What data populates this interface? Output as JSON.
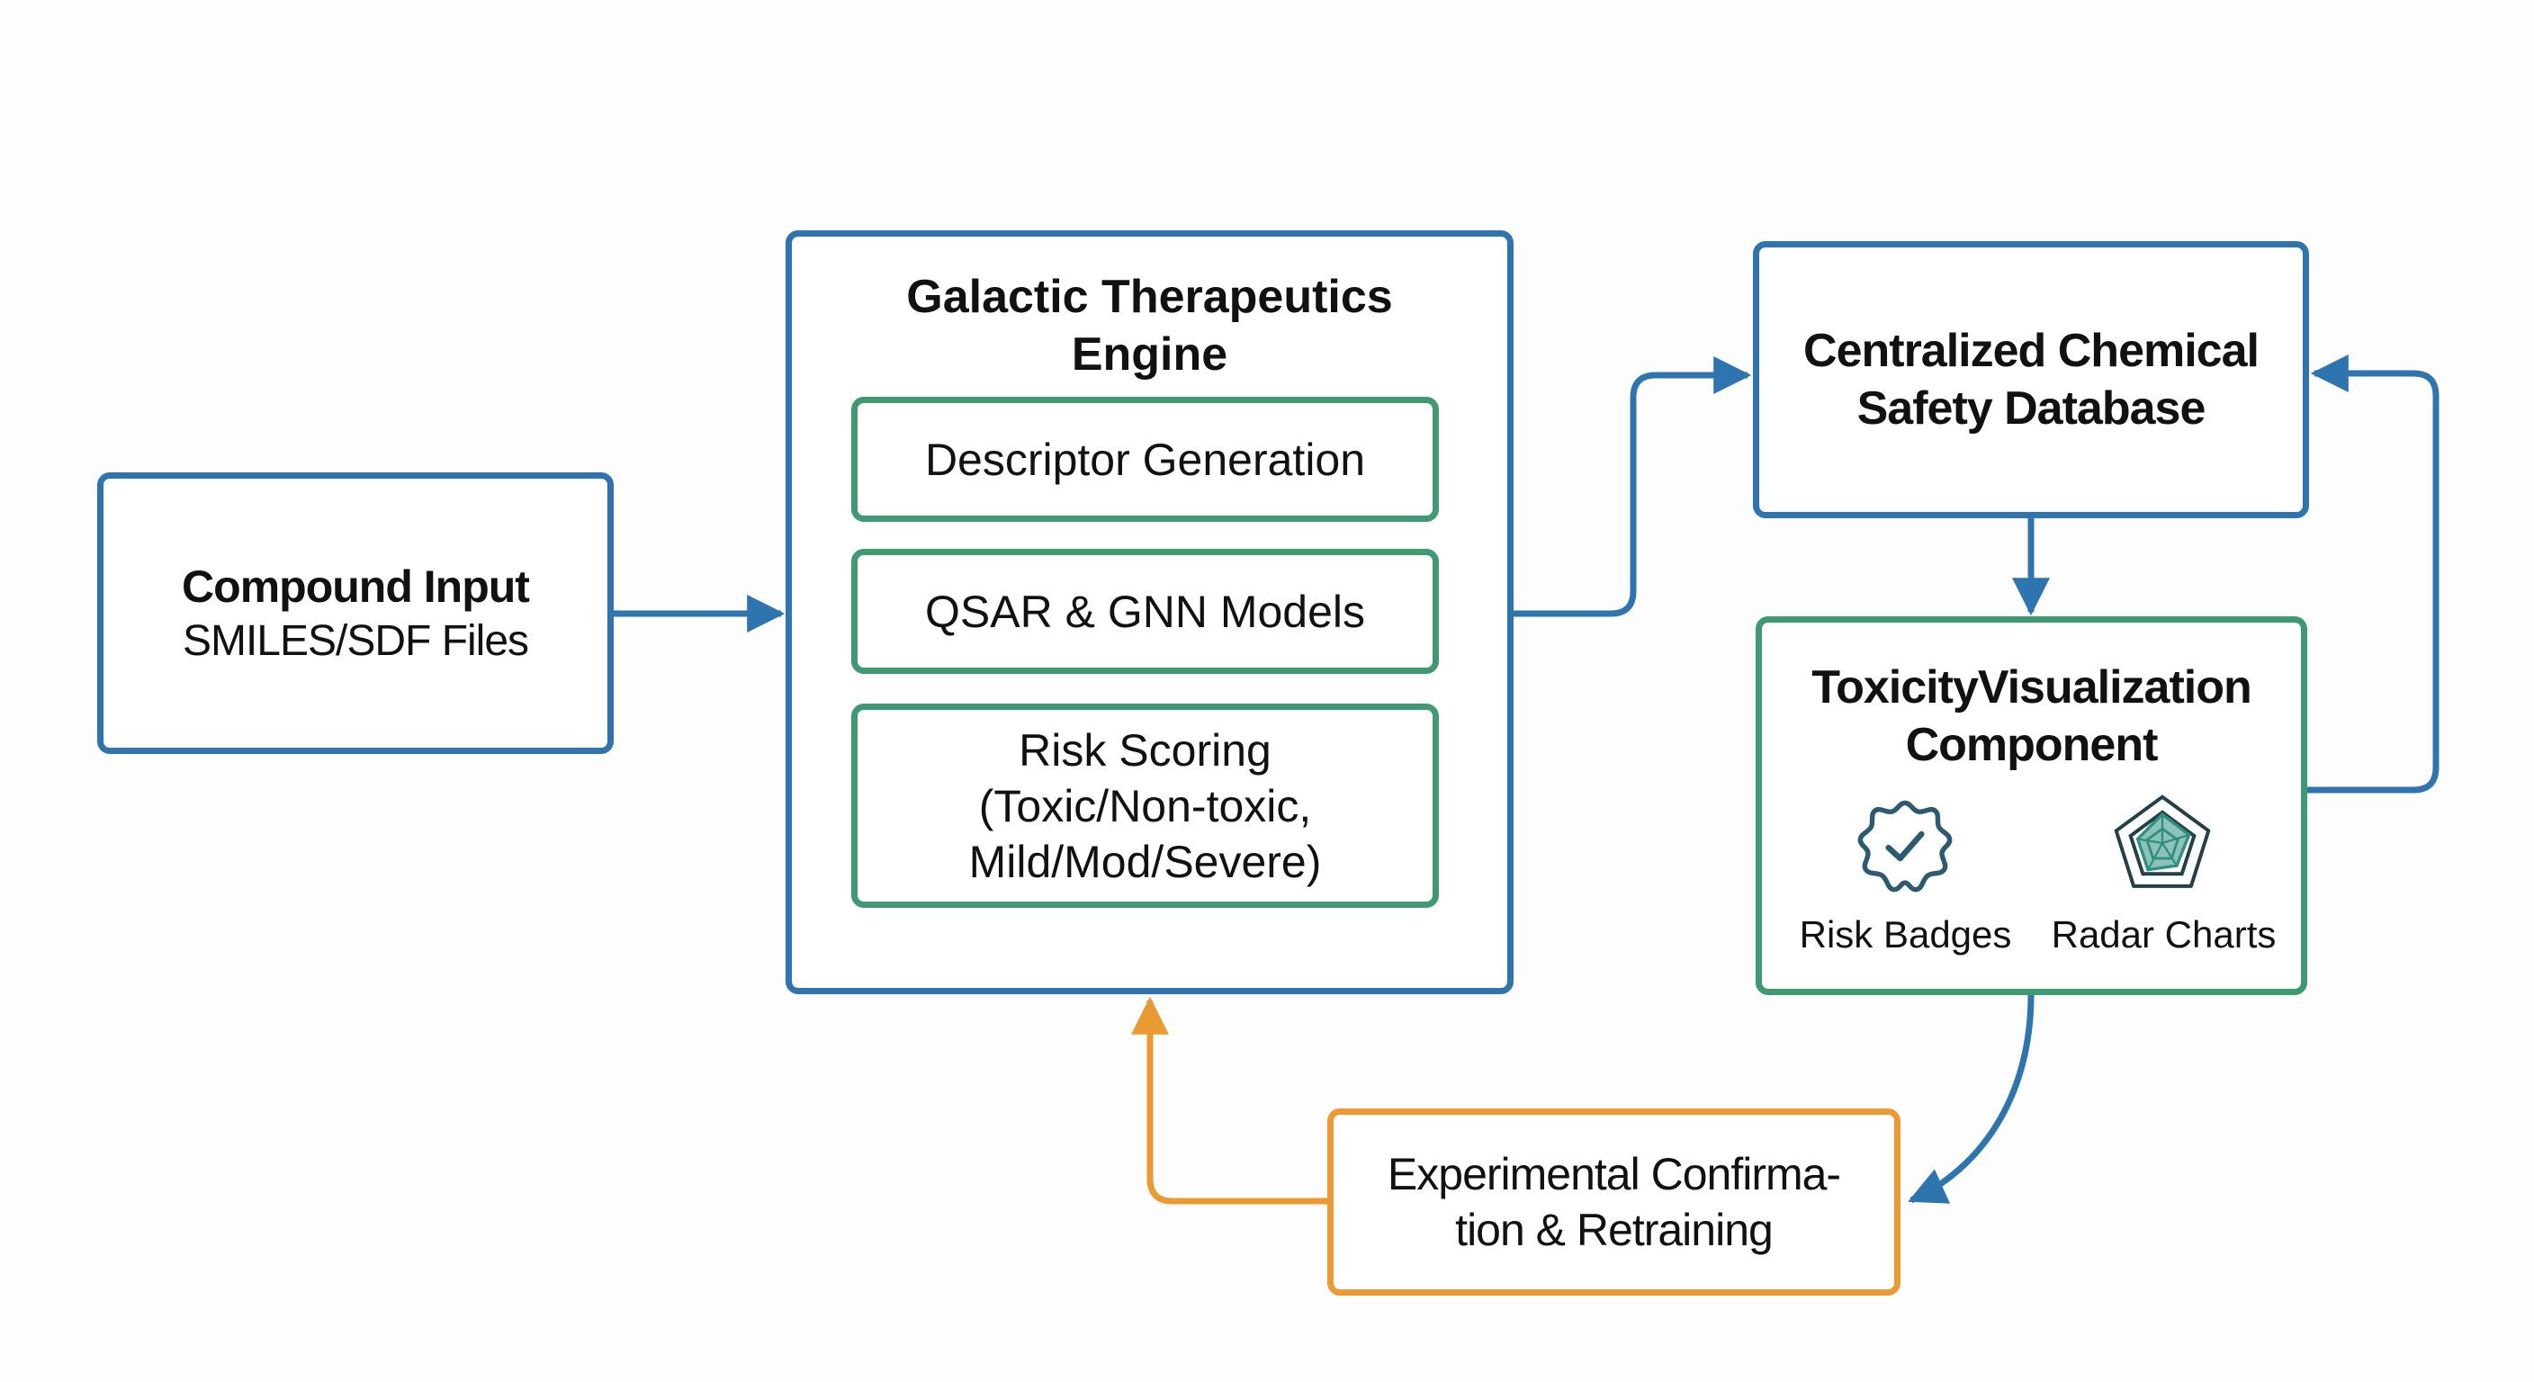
{
  "diagram": {
    "nodes": {
      "compound_input": {
        "title": "Compound Input",
        "subtitle": "SMILES/SDF Files"
      },
      "engine": {
        "title_line1": "Galactic Therapeutics",
        "title_line2": "Engine",
        "modules": [
          {
            "label": "Descriptor Generation"
          },
          {
            "label": "QSAR & GNN Models"
          },
          {
            "label_line1": "Risk Scoring",
            "label_line2": "(Toxic/Non-toxic,",
            "label_line3": "Mild/Mod/Severe)"
          }
        ]
      },
      "database": {
        "title_line1": "Centralized Chemical",
        "title_line2": "Safety Database"
      },
      "visualization": {
        "title_line1": "ToxicityVisualization",
        "title_line2": "Component",
        "items": [
          {
            "label": "Risk Badges",
            "icon": "verified-badge-icon"
          },
          {
            "label": "Radar Charts",
            "icon": "radar-chart-icon"
          }
        ]
      },
      "experimental": {
        "title_line1": "Experimental Confirma-",
        "title_line2": "tion & Retraining"
      }
    },
    "edges": [
      {
        "from": "compound_input",
        "to": "engine"
      },
      {
        "from": "engine",
        "to": "database"
      },
      {
        "from": "database",
        "to": "visualization"
      },
      {
        "from": "visualization",
        "to": "database"
      },
      {
        "from": "visualization",
        "to": "experimental"
      },
      {
        "from": "experimental",
        "to": "engine"
      }
    ],
    "colors": {
      "primary_blue": "#2e75b0",
      "module_green": "#3f9a72",
      "feedback_orange": "#eb9a33",
      "icon_dark": "#2c5a70",
      "radar_teal": "#2f8f80"
    }
  }
}
